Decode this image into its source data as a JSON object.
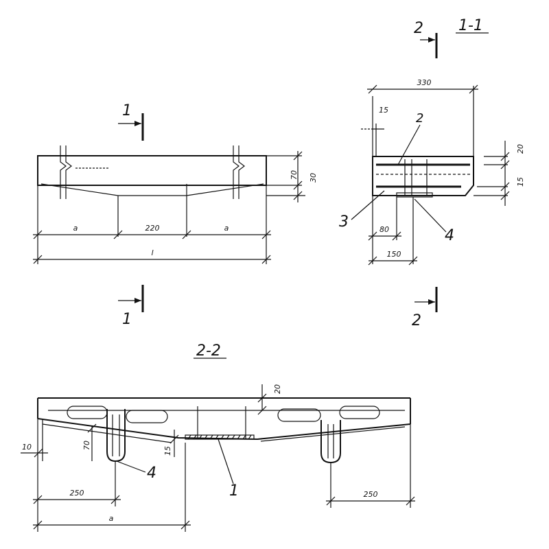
{
  "views": {
    "elevation": {
      "dims": {
        "a_left": "a",
        "center": "220",
        "a_right": "a",
        "total": "l",
        "h1": "70",
        "h2": "30"
      },
      "cut_mark_top": "1",
      "cut_mark_bottom": "1"
    },
    "section_1_1": {
      "title": "1-1",
      "dims": {
        "width": "330",
        "cover_top": "15",
        "d20": "20",
        "d15": "15",
        "d80": "80",
        "d150": "150"
      },
      "callouts": {
        "c2": "2",
        "c3": "3",
        "c4": "4"
      },
      "cut_mark_top": "2",
      "cut_mark_bottom": "2"
    },
    "section_2_2": {
      "title": "2-2",
      "dims": {
        "d20": "20",
        "d10": "10",
        "d70": "70",
        "d15": "15",
        "left250": "250",
        "a": "a",
        "right250": "250"
      },
      "callouts": {
        "c4": "4",
        "c1": "1"
      }
    }
  }
}
